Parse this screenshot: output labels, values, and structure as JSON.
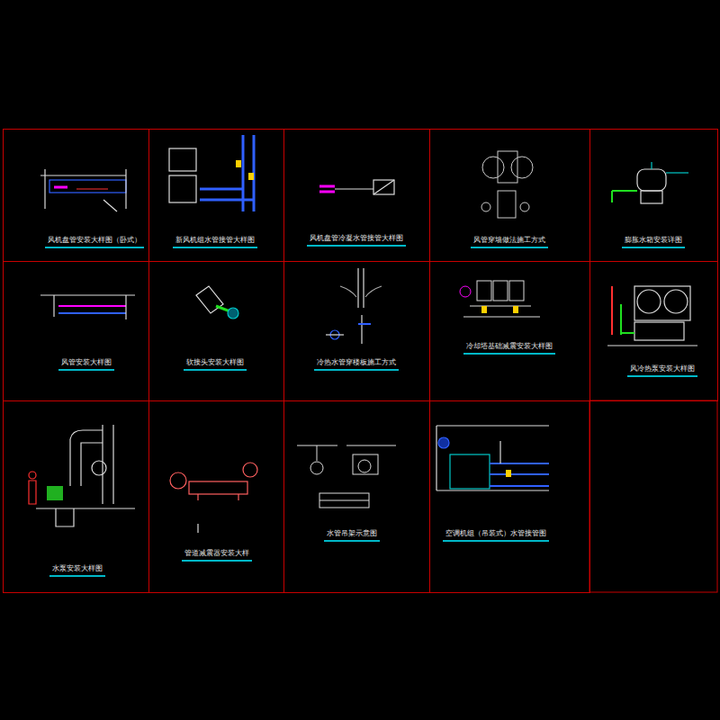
{
  "diagram": {
    "nodes": [
      {
        "text": [
          "风机盘管安装大样图（卧式）"
        ]
      },
      {
        "text": [
          "新风机组水管接管大样图"
        ]
      },
      {
        "text": [
          "风机盘管冷凝水管接管大样图"
        ]
      },
      {
        "text": [
          "风管穿墙做法施工方式"
        ]
      },
      {
        "text": [
          "膨胀水箱安装详图"
        ]
      },
      {
        "text": [
          "风管安装大样图"
        ]
      },
      {
        "text": [
          "软接头安装大样图"
        ]
      },
      {
        "text": [
          "冷热水管穿楼板施工方式"
        ]
      },
      {
        "text": [
          "冷却塔基础减震安装大样图"
        ]
      },
      {
        "text": [
          "风冷热泵安装大样图"
        ]
      },
      {
        "text": [
          "水泵安装大样图"
        ]
      },
      {
        "text": [
          "管道减震器安装大样"
        ]
      },
      {
        "text": [
          "水管吊架示意图"
        ]
      },
      {
        "text": [
          "空调机组（吊装式）水管接管图"
        ]
      }
    ]
  }
}
